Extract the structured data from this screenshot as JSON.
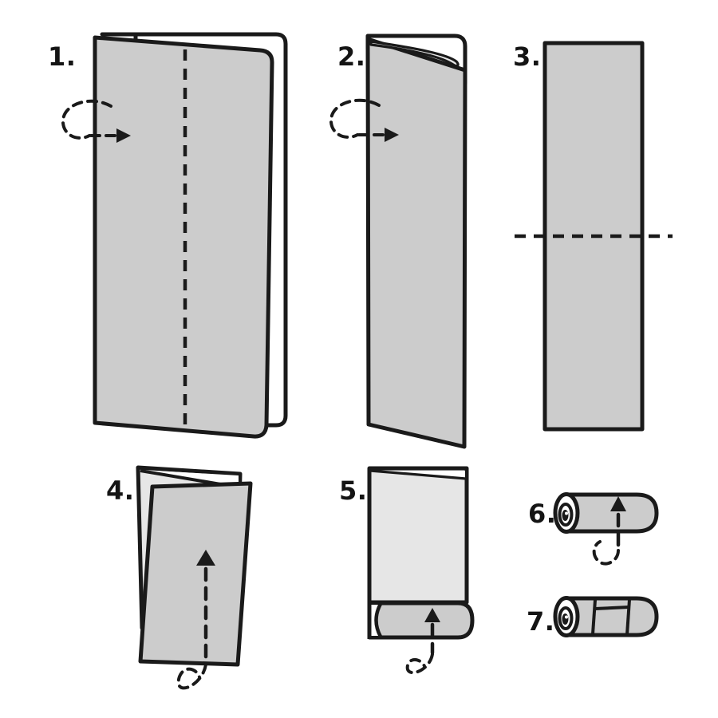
{
  "title_hidden": "",
  "steps": [
    {
      "label": "1.",
      "graphic": "towel-with-vertical-fold-line"
    },
    {
      "label": "2.",
      "graphic": "towel-folded-once-lengthwise"
    },
    {
      "label": "3.",
      "graphic": "towel-strip-with-horizontal-fold-line"
    },
    {
      "label": "4.",
      "graphic": "towel-folded-in-half-upward"
    },
    {
      "label": "5.",
      "graphic": "towel-roll-started-at-bottom"
    },
    {
      "label": "6.",
      "graphic": "towel-rolled-cylinder"
    },
    {
      "label": "7.",
      "graphic": "finished-roll-with-band"
    }
  ],
  "colors": {
    "towel_gray": "#cccccc",
    "towel_light_gray": "#e6e6e6",
    "outline": "#1a1a1a",
    "background": "#ffffff"
  }
}
